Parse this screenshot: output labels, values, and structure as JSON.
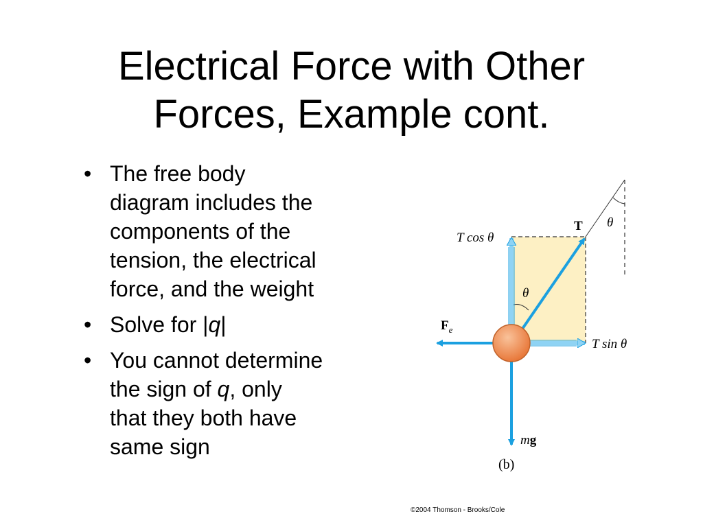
{
  "slide": {
    "title_line1": "Electrical Force with Other",
    "title_line2": "Forces, Example cont.",
    "bullets": [
      {
        "lines": [
          "The free body",
          "diagram includes the",
          "components of the",
          "tension, the electrical",
          "force, and the weight"
        ]
      },
      {
        "prefix": "Solve for |",
        "var": "q",
        "suffix": "|"
      },
      {
        "line1": "You cannot determine",
        "line2_prefix": "the sign of ",
        "line2_var": "q",
        "line2_suffix": ", only",
        "line3": "that they both have",
        "line4": "same sign"
      }
    ],
    "bullet_char": "•"
  },
  "figure": {
    "labels": {
      "t_cos": "T cos θ",
      "tension": "T",
      "theta_top": "θ",
      "theta_mid": "θ",
      "fe": "F",
      "fe_sub": "e",
      "t_sin": "T sin θ",
      "mg_m": "m",
      "mg_g": "g",
      "caption": "(b)"
    },
    "colors": {
      "arrow": "#1ba0e0",
      "arrow_light": "#8fd3f4",
      "rect_fill": "#fdf0c4",
      "ball": "#f08a4b",
      "ball_edge": "#c0622a"
    }
  },
  "copyright": "©2004 Thomson - Brooks/Cole"
}
